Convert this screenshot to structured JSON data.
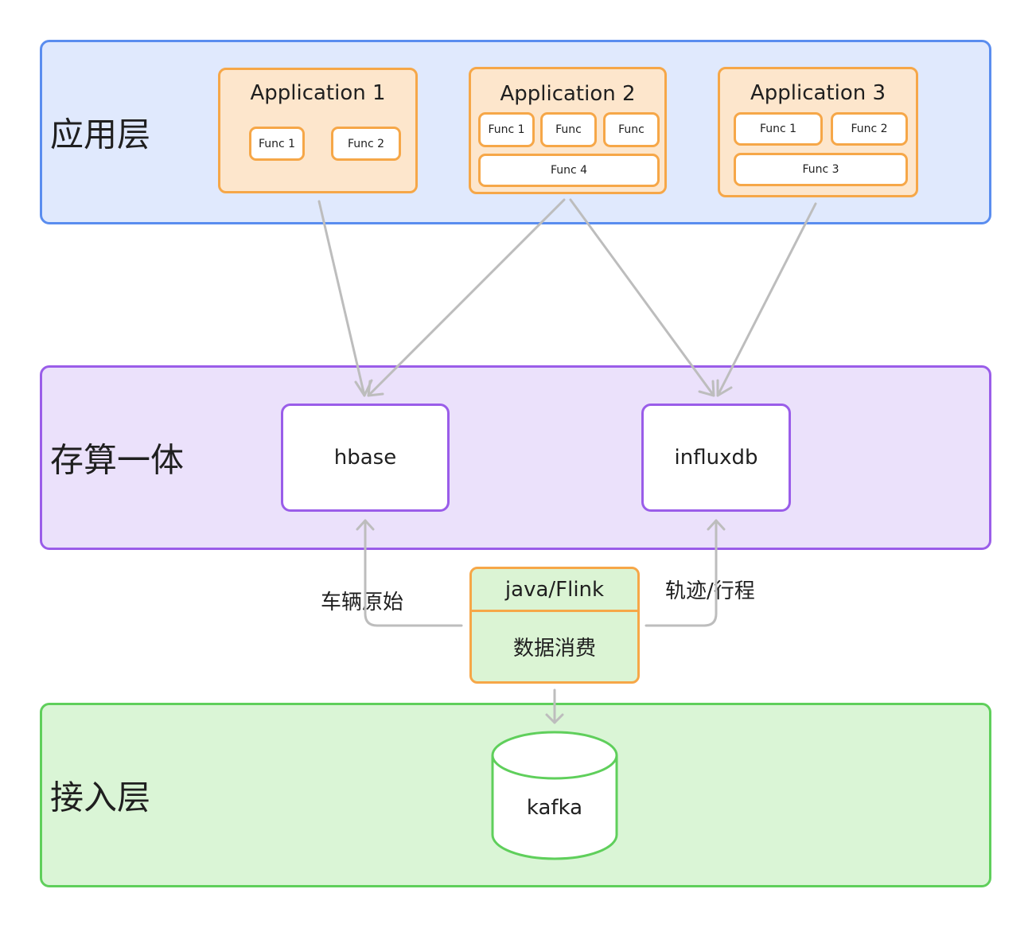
{
  "layers": {
    "application": {
      "title": "应用层"
    },
    "compute": {
      "title": "存算一体"
    },
    "access": {
      "title": "接入层"
    }
  },
  "apps": [
    {
      "title": "Application 1",
      "funcs": [
        "Func 1",
        "Func 2"
      ]
    },
    {
      "title": "Application 2",
      "funcs": [
        "Func 1",
        "Func",
        "Func",
        "Func 4"
      ]
    },
    {
      "title": "Application 3",
      "funcs": [
        "Func 1",
        "Func 2",
        "Func 3"
      ]
    }
  ],
  "stores": {
    "hbase": "hbase",
    "influxdb": "influxdb"
  },
  "processor": {
    "title": "java/Flink",
    "subtitle": "数据消费"
  },
  "edges": {
    "raw": "车辆原始",
    "trip": "轨迹/行程"
  },
  "source": {
    "label": "kafka"
  },
  "colors": {
    "application_fill": "#e0e9fd",
    "application_border": "#5a8def",
    "compute_fill": "#ebe1fb",
    "compute_border": "#9a5de9",
    "access_fill": "#daf5d6",
    "access_border": "#5fcf5b",
    "app_fill": "#fde6cc",
    "app_border": "#f6a748",
    "arrow": "#bdbdbd"
  }
}
